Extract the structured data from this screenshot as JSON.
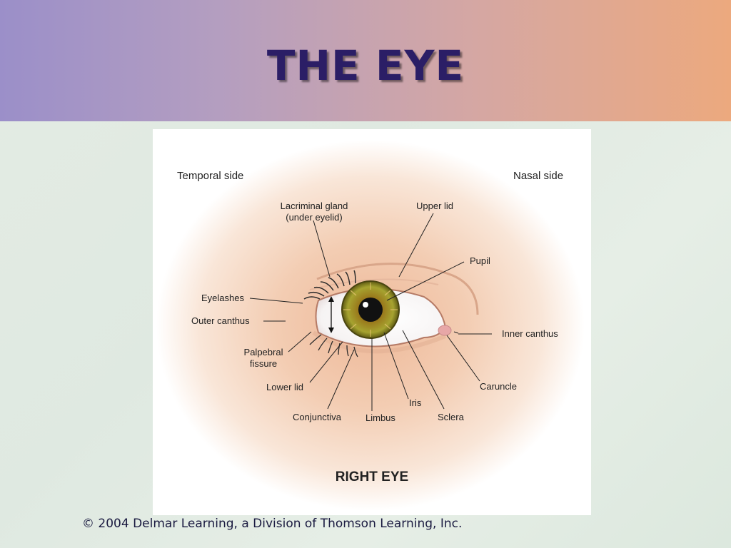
{
  "slide": {
    "title": "THE EYE",
    "copyright": "© 2004 Delmar Learning, a Division of Thomson Learning, Inc."
  },
  "diagram": {
    "caption": "RIGHT EYE",
    "side_temporal": "Temporal side",
    "side_nasal": "Nasal side",
    "labels": {
      "lacrimal_gland": "Lacriminal gland",
      "lacrimal_gland_note": "(under eyelid)",
      "upper_lid": "Upper lid",
      "pupil": "Pupil",
      "eyelashes": "Eyelashes",
      "outer_canthus": "Outer canthus",
      "inner_canthus": "Inner canthus",
      "palpebral_1": "Palpebral",
      "palpebral_2": "fissure",
      "lower_lid": "Lower lid",
      "caruncle": "Caruncle",
      "iris": "Iris",
      "conjunctiva": "Conjunctiva",
      "limbus": "Limbus",
      "sclera": "Sclera"
    },
    "colors": {
      "iris": "#8a8a1e",
      "skin": "#f0c9a8",
      "pupil": "#111111"
    }
  }
}
